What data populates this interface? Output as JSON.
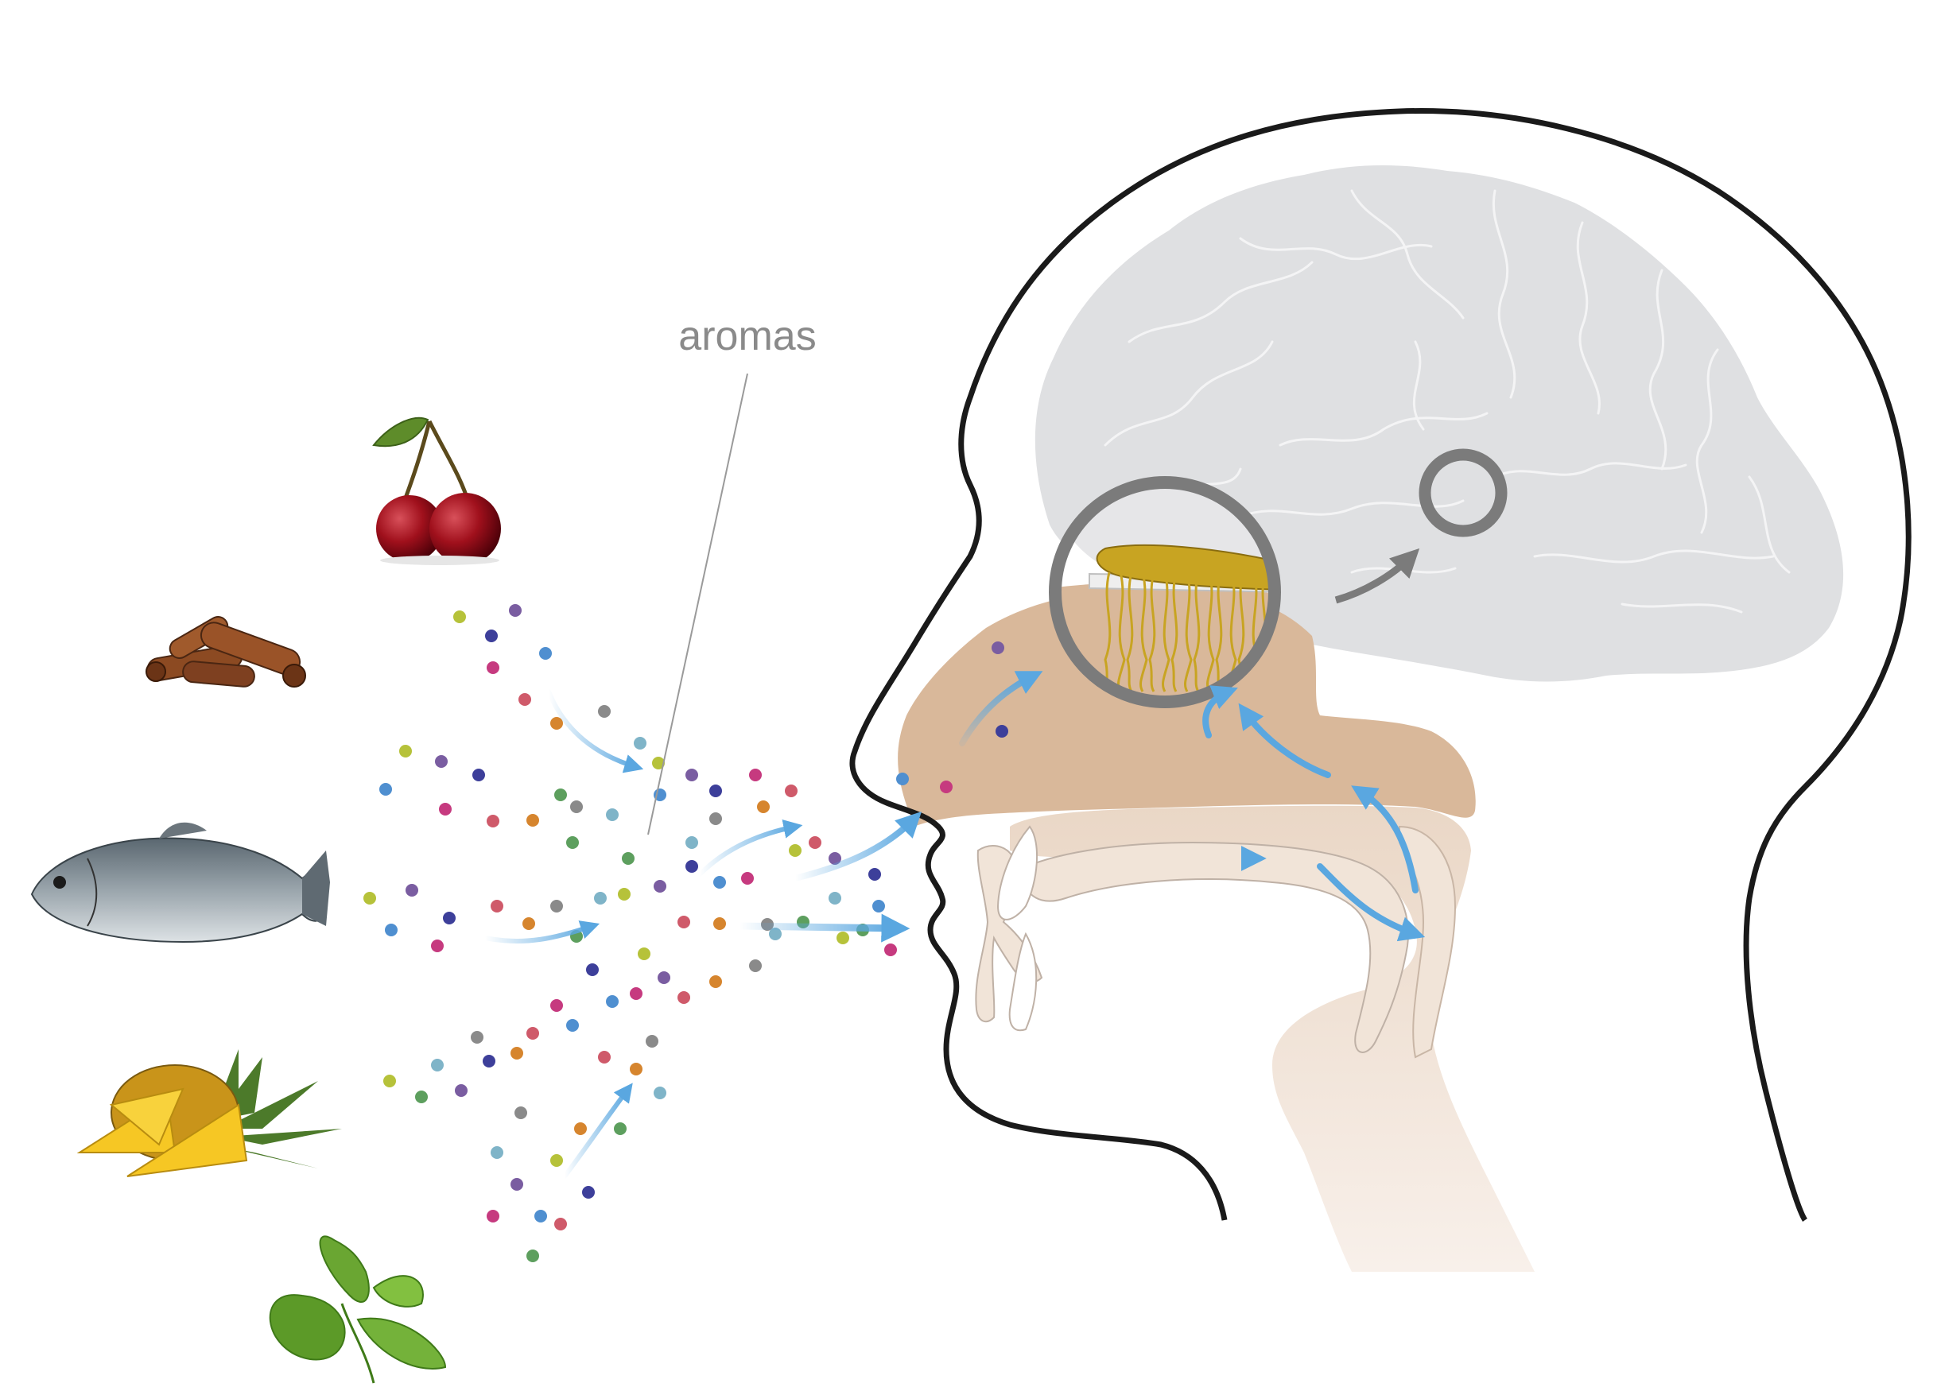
{
  "label": "aromas",
  "sources": [
    {
      "name": "cherry",
      "icon": "cherry-icon"
    },
    {
      "name": "cinnamon",
      "icon": "cinnamon-icon"
    },
    {
      "name": "fish",
      "icon": "fish-icon"
    },
    {
      "name": "pineapple",
      "icon": "pineapple-icon"
    },
    {
      "name": "basil",
      "icon": "basil-icon"
    }
  ],
  "colors": {
    "outline": "#1a1a1a",
    "brain": "#dfe0e2",
    "brain_lines": "#f4f4f5",
    "nasal_cavity": "#d9b89a",
    "throat": "#f1e4d8",
    "magnifier": "#7b7b7b",
    "bulb": "#c8a422",
    "airflow": "#5aa7e0",
    "label": "#8a8a8a",
    "dots": [
      "#7a5da1",
      "#c63a7f",
      "#8a8a8a",
      "#b6c23a",
      "#4f8fd0",
      "#d6852e",
      "#5d9f5e",
      "#3d3f9a",
      "#cf5a6a",
      "#7fb4c8"
    ]
  }
}
